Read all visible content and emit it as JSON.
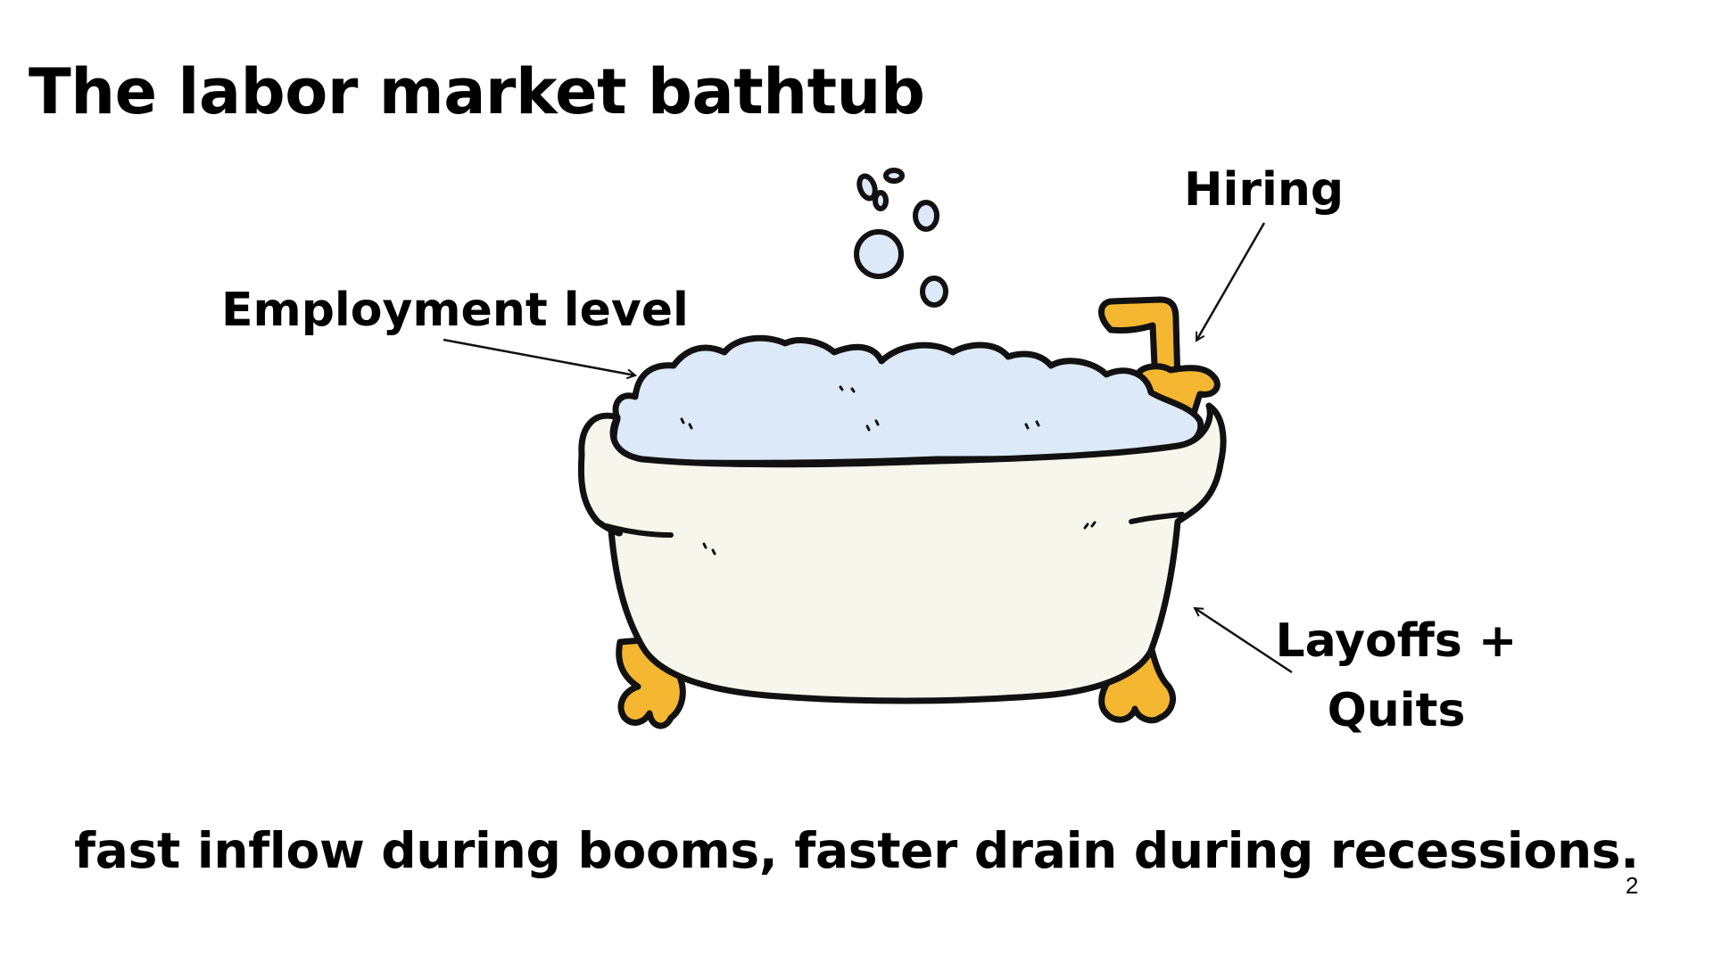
{
  "slide": {
    "title": "The labor market bathtub",
    "labels": {
      "employment": "Employment level",
      "hiring": "Hiring",
      "layoffs_line1": "Layoffs +",
      "layoffs_line2": "Quits"
    },
    "caption": "fast inflow during booms, faster drain during recessions.",
    "page_number": "2"
  },
  "colors": {
    "water": "#dbe9f8",
    "tub_body": "#f6f6ec",
    "feet_faucet": "#f5b731",
    "outline": "#111111"
  },
  "icons": {
    "bathtub": "bathtub-illustration",
    "faucet": "faucet-icon",
    "bubbles": "bubbles-icon",
    "arrows": "arrow-icon"
  }
}
